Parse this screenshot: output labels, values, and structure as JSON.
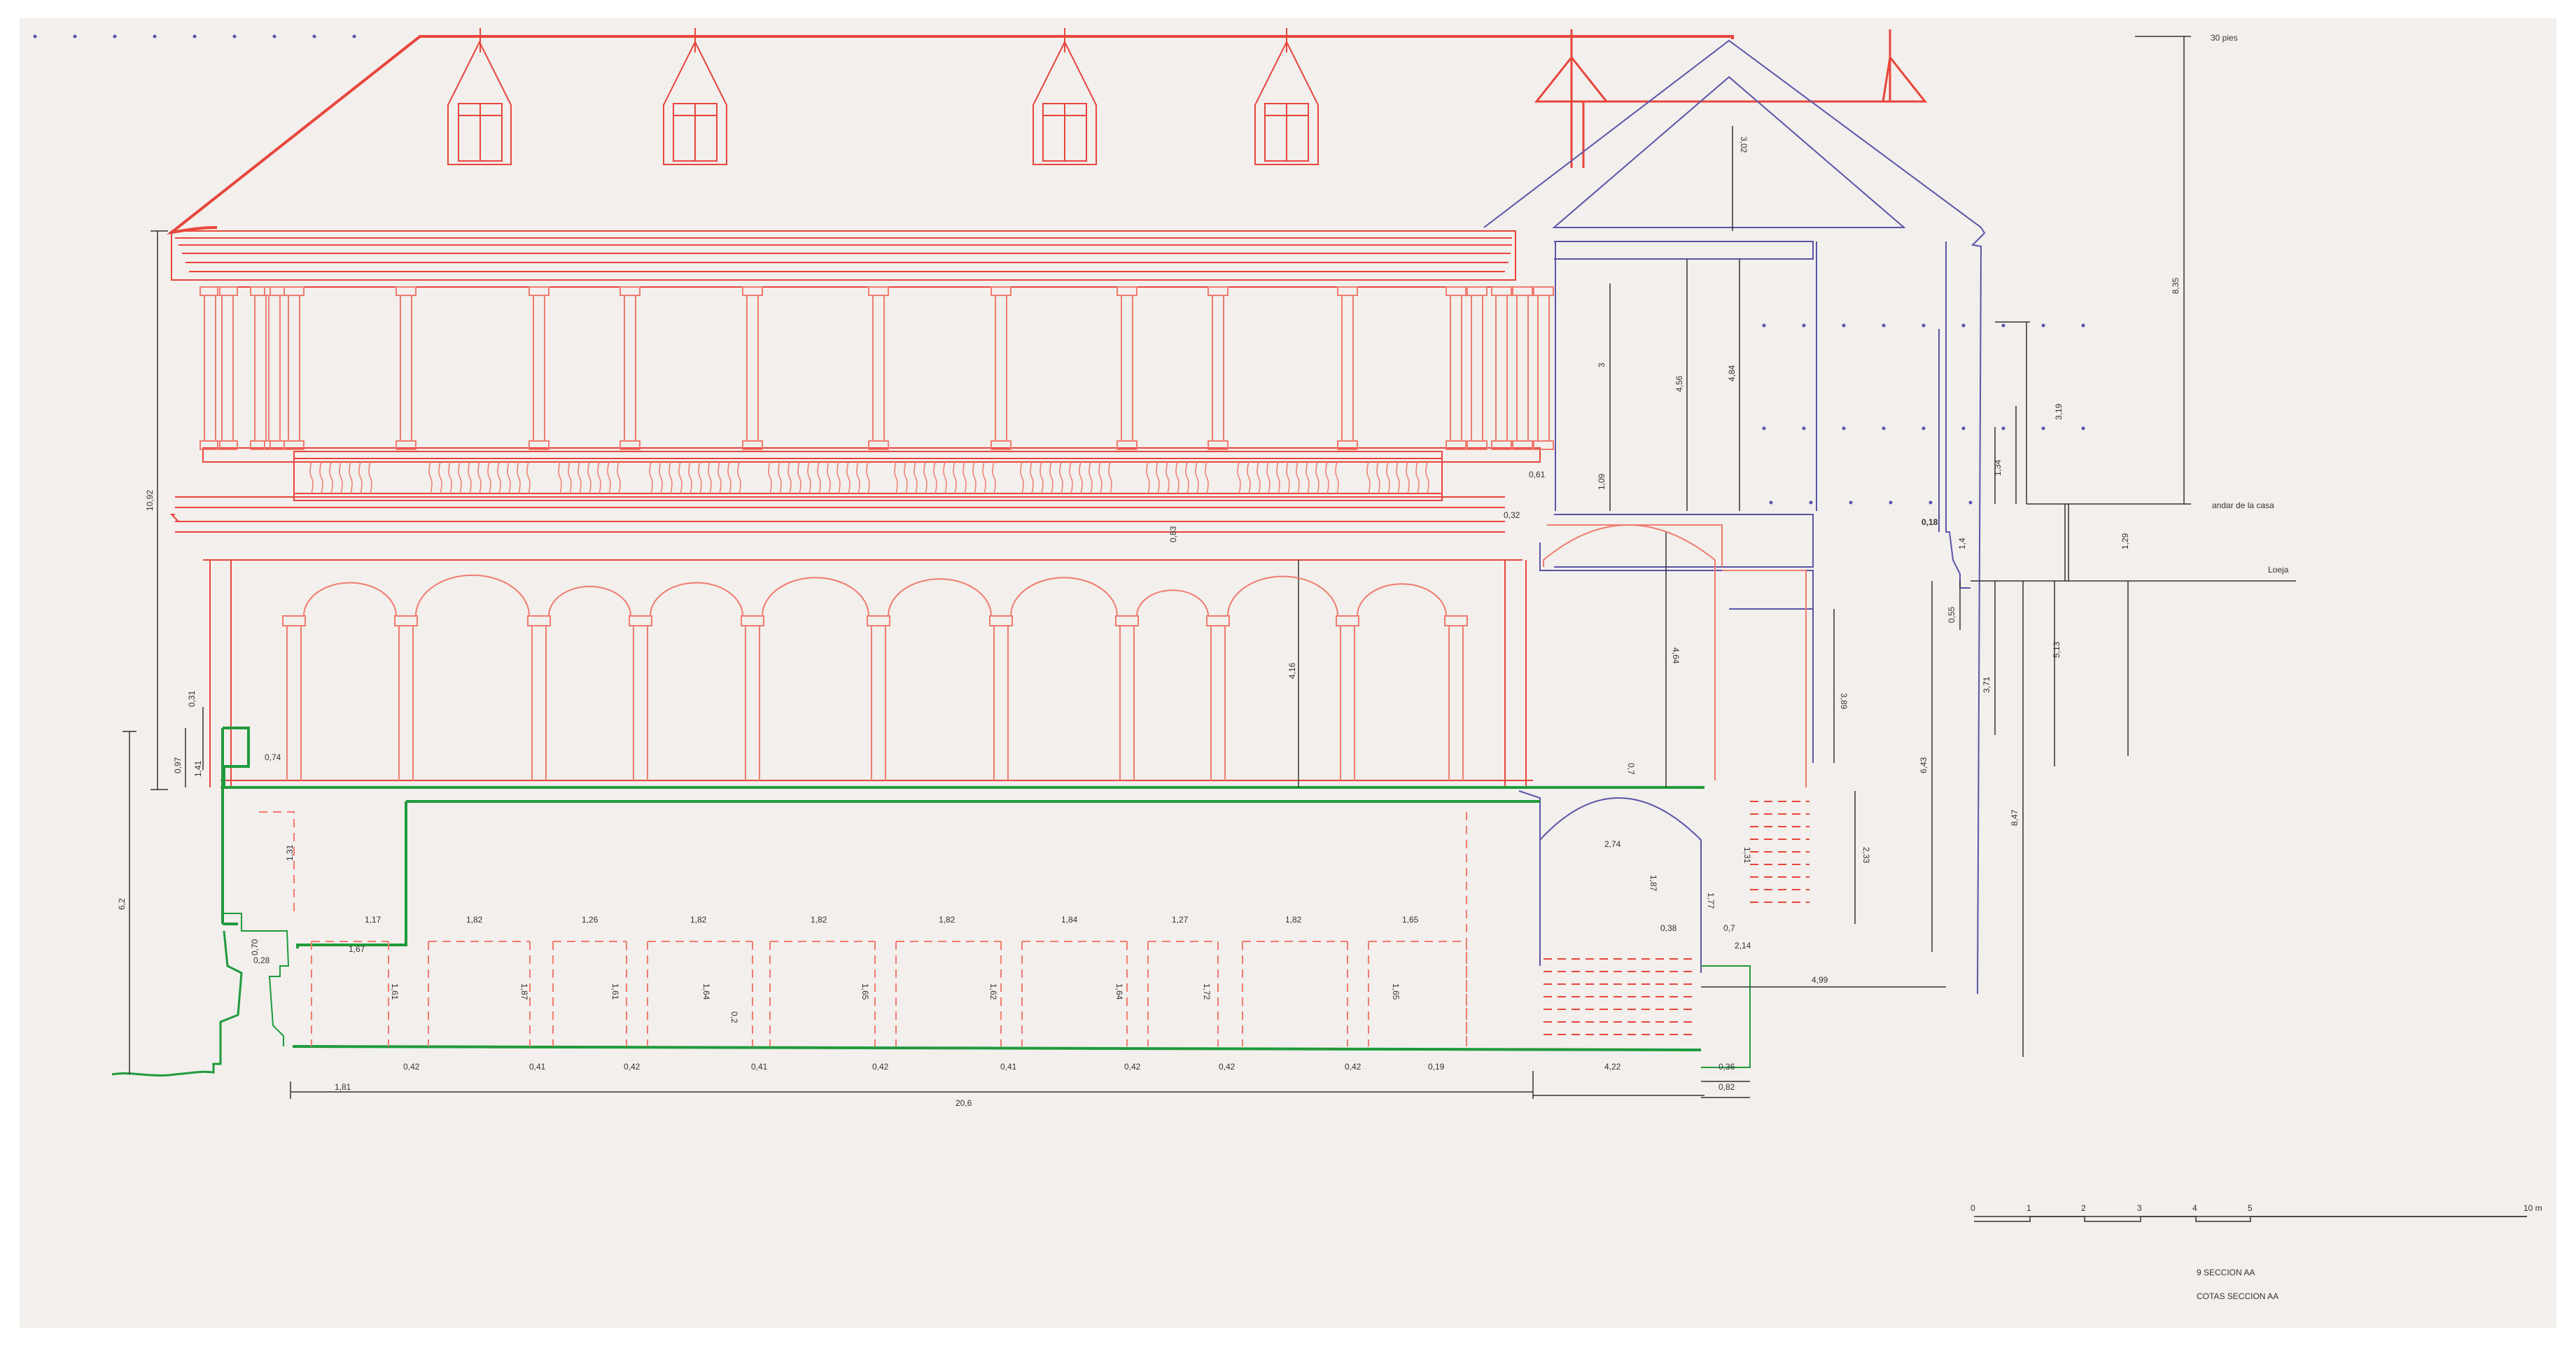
{
  "colors": {
    "sheet": "#f2efec",
    "elevation": "#e8453c",
    "elevation_light": "#f39a8f",
    "section": "#5a54a8",
    "basement": "#1f9a3c",
    "dimension": "#333333"
  },
  "labels": {
    "feet_scale": "30 pies",
    "andar": "andar de la casa",
    "loeja": "Loeja",
    "section_title": "9 SECCION AA",
    "section_subtitle": "COTAS SECCION AA"
  },
  "dimensions": {
    "total_height": "10,92",
    "ground_height": "6,2",
    "top_right": "8,35",
    "roof_gable": "3,02",
    "upper_floor": "3",
    "upper_floor_section": "4,56",
    "upper_floor_section_b": "4,84",
    "balustrade": "1,09",
    "balustrade_gap": "0,61",
    "cornice_small": "0,32",
    "cornice_h": "0,83",
    "arcade": "4,16",
    "arcade_section": "4,64",
    "arcade_right": "3,89",
    "base_right": "2,33",
    "right_319": "3,19",
    "right_134": "1,34",
    "right_129": "1,29",
    "right_018": "0,18",
    "right_14": "1,4",
    "right_055": "0,55",
    "right_371": "3,71",
    "right_513": "5,13",
    "right_643": "6,43",
    "right_847": "8,47",
    "left_031": "0,31",
    "left_097": "0,97",
    "left_141": "1,41",
    "left_074": "0,74",
    "left_131": "1,31",
    "left_070": "0,70",
    "left_028": "0,28",
    "vault_width": "2,74",
    "vault_h": "0,7",
    "vault_inner": "1,87",
    "vault_side": "1,77",
    "gap_038": "0,38",
    "gap_07": "0,7",
    "gap_214": "2,14",
    "gap_499": "4,99",
    "bottom_181": "1,81",
    "bottom_total": "20,6",
    "bottom_422": "4,22",
    "bottom_036": "0,36",
    "bottom_082": "0,82",
    "bottom_019": "0,19",
    "rooms_top": [
      "1,17",
      "1,82",
      "1,26",
      "1,82",
      "1,82",
      "1,82",
      "1,84",
      "1,27",
      "1,82",
      "1,65"
    ],
    "room_first_width": "1,67",
    "rooms_height": [
      "1,61",
      "1,87",
      "1,61",
      "1,64",
      "1,65",
      "1,62",
      "1,64",
      "1,72",
      "1,65"
    ],
    "room_small": "0,2",
    "piers_bottom": [
      "0,42",
      "0,41",
      "0,42",
      "0,41",
      "0,42",
      "0,41",
      "0,42",
      "0,42",
      "0,42"
    ]
  },
  "scale_bar": {
    "ticks": [
      "0",
      "1",
      "2",
      "3",
      "4",
      "5"
    ],
    "end": "10 m"
  }
}
